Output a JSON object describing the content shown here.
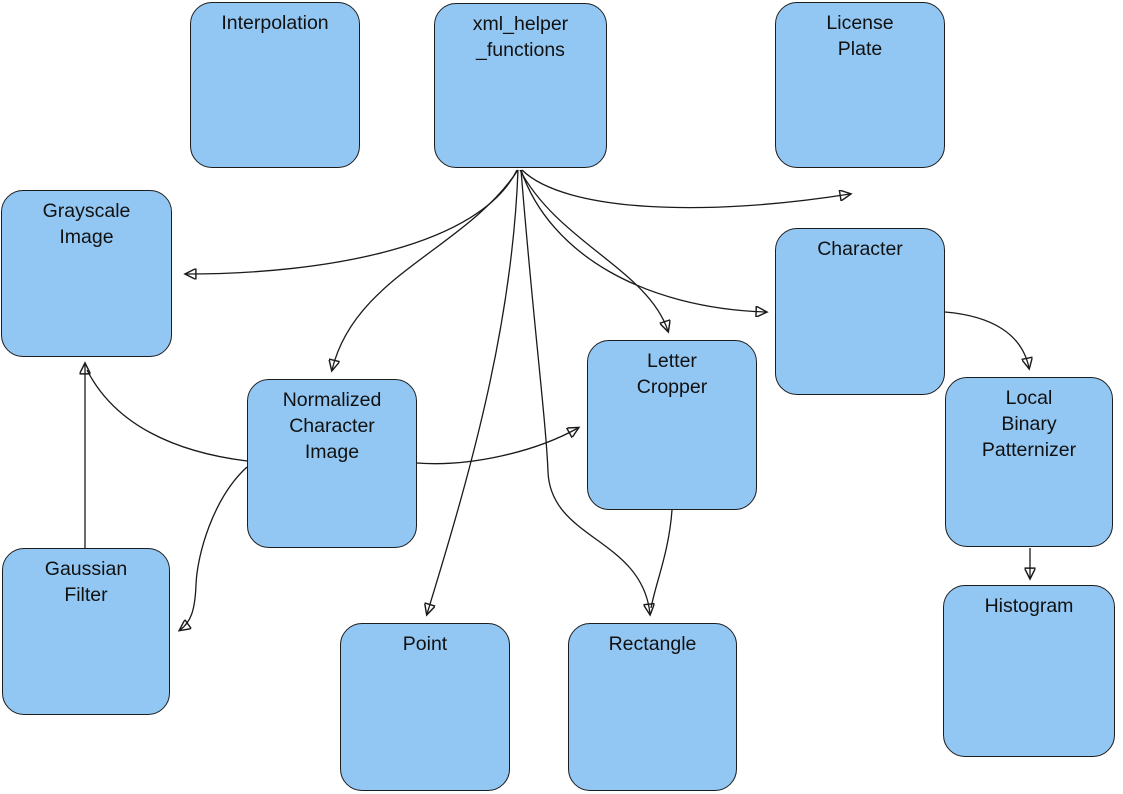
{
  "diagram": {
    "type": "dependency-diagram",
    "node_fill_color": "#92c7f3",
    "node_border_color": "#1d1d1d",
    "edge_color": "#1a1a1a",
    "nodes": [
      {
        "id": "interpolation",
        "label": "Interpolation"
      },
      {
        "id": "xml_helper_functions",
        "label": "xml_helper\n_functions"
      },
      {
        "id": "license_plate",
        "label": "License\nPlate"
      },
      {
        "id": "grayscale_image",
        "label": "Grayscale\nImage"
      },
      {
        "id": "character",
        "label": "Character"
      },
      {
        "id": "normalized_character_image",
        "label": "Normalized\nCharacter\nImage"
      },
      {
        "id": "letter_cropper",
        "label": "Letter\nCropper"
      },
      {
        "id": "local_binary_patternizer",
        "label": "Local\nBinary\nPatternizer"
      },
      {
        "id": "gaussian_filter",
        "label": "Gaussian\nFilter"
      },
      {
        "id": "point",
        "label": "Point"
      },
      {
        "id": "rectangle",
        "label": "Rectangle"
      },
      {
        "id": "histogram",
        "label": "Histogram"
      }
    ],
    "edges": [
      {
        "from": "xml_helper_functions",
        "to": "grayscale_image"
      },
      {
        "from": "xml_helper_functions",
        "to": "normalized_character_image"
      },
      {
        "from": "xml_helper_functions",
        "to": "license_plate"
      },
      {
        "from": "xml_helper_functions",
        "to": "character"
      },
      {
        "from": "xml_helper_functions",
        "to": "letter_cropper"
      },
      {
        "from": "xml_helper_functions",
        "to": "point"
      },
      {
        "from": "xml_helper_functions",
        "to": "rectangle"
      },
      {
        "from": "normalized_character_image",
        "to": "letter_cropper"
      },
      {
        "from": "normalized_character_image",
        "to": "grayscale_image"
      },
      {
        "from": "normalized_character_image",
        "to": "gaussian_filter"
      },
      {
        "from": "gaussian_filter",
        "to": "grayscale_image"
      },
      {
        "from": "letter_cropper",
        "to": "rectangle"
      },
      {
        "from": "character",
        "to": "local_binary_patternizer"
      },
      {
        "from": "local_binary_patternizer",
        "to": "histogram"
      }
    ]
  }
}
